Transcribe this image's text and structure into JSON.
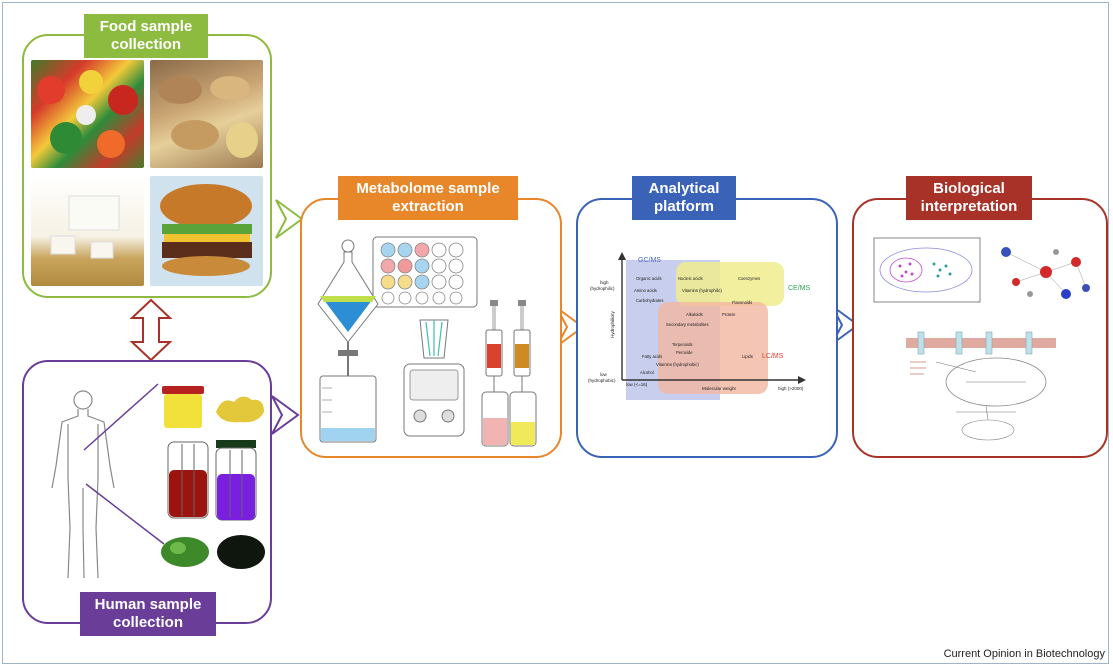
{
  "panels": {
    "food": {
      "line1": "Food sample",
      "line2": "collection",
      "color": "#8dbb3f"
    },
    "human": {
      "line1": "Human sample",
      "line2": "collection",
      "color": "#6a3d98"
    },
    "extraction": {
      "line1": "Metabolome sample",
      "line2": "extraction",
      "color": "#e8862a"
    },
    "platform": {
      "line1": "Analytical",
      "line2": "platform",
      "color": "#3a63b8"
    },
    "interpretation": {
      "line1": "Biological",
      "line2": "interpretation",
      "color": "#a83228"
    }
  },
  "platform_chart": {
    "y_high": "high",
    "y_high_sub": "(hydrophilic)",
    "y_low": "low",
    "y_low_sub": "(hydrophobic)",
    "y_axis": "Hydrophilicity",
    "x_axis": "Molecular weight",
    "x_low": "low (<=16)",
    "x_high": "high (>2000)",
    "gcms": "GC/MS",
    "cems": "CE/MS",
    "lcms": "LC/MS",
    "compounds": [
      "Organic acids",
      "Nucleic acids",
      "Coenzymes",
      "Amino acids",
      "Vitamins (hydrophilic)",
      "Carbohydrates",
      "Flavonoids",
      "Alkaloids",
      "Protein",
      "Secondary metabolites",
      "Terpenoids",
      "Peroxide",
      "Lipids",
      "Fatty acids",
      "Vitamins (hydrophobic)",
      "Alcohol"
    ]
  },
  "credit": "Current Opinion in Biotechnology"
}
